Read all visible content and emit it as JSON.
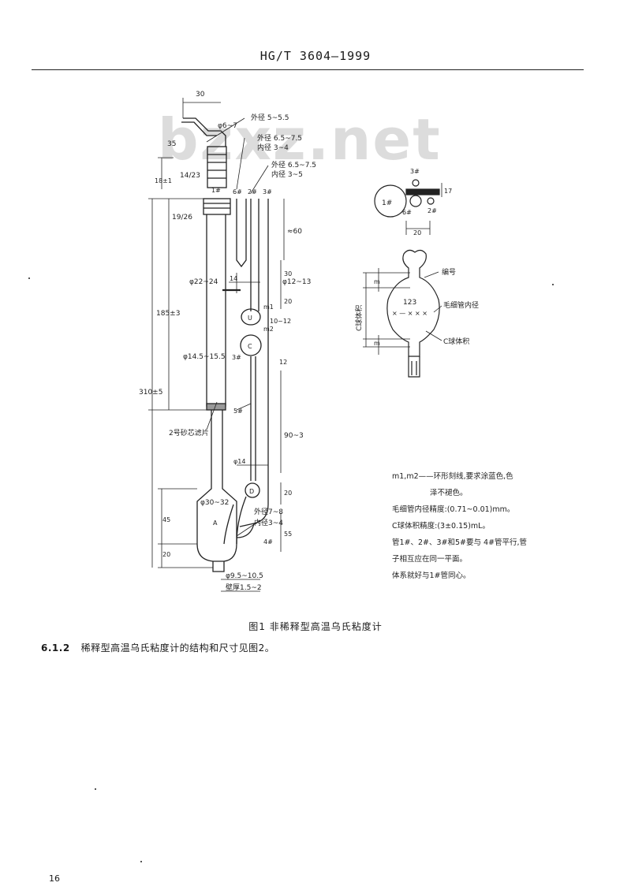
{
  "header": {
    "standard": "HG/T 3604—1999"
  },
  "watermark": "bzxz.net",
  "figure": {
    "labels": {
      "d30": "30",
      "phi6_7": "φ6~7",
      "d35": "35",
      "j14_23": "14/23",
      "d18": "18±1",
      "t1f": "1#",
      "j19_26": "19/26",
      "t6": "6#",
      "t2": "2#",
      "t3": "3#",
      "od5_5": "外径 5~5.5",
      "od6575a": "外径 6.5~7.5",
      "id34a": "内径 3~4",
      "od6575b": "外径 6.5~7.5",
      "id35": "内径 3~5",
      "d60": "≈60",
      "phi22_24": "φ22~24",
      "d185": "185±3",
      "d310": "310±5",
      "phi14_5": "φ14.5~15.5",
      "d14": "14",
      "phi12_13": "φ12~13",
      "d30b": "30",
      "d20a": "20",
      "m1": "m1",
      "m2": "m2",
      "d10_12": "10~12",
      "d12": "12",
      "t3b": "3#",
      "bulbU": "U",
      "bulbC": "C",
      "filter": "2号砂芯滤片",
      "t5": "5#",
      "d90": "90~3",
      "phi14": "φ14",
      "d20b": "20",
      "bulbD": "D",
      "phi30_32": "φ30~32",
      "d45": "45",
      "bulbA": "A",
      "od7_8": "外径7~8",
      "id3_4b": "内径3~4",
      "t4": "4#",
      "d55": "55",
      "d20c": "20",
      "phi9_5": "φ9.5~10.5",
      "wall": "壁厚1.5~2"
    },
    "top_view": {
      "t3": "3#",
      "t1": "1#",
      "t6": "6#",
      "t2": "2#",
      "d17": "17",
      "d20": "20"
    },
    "bulb_detail": {
      "mark_no": "编号",
      "code": "123",
      "crosses": "× — × × ×",
      "capillary": "毛细管内径",
      "volume": "C球体积",
      "c_ball_vol": "C球体积",
      "m_a": "m",
      "m_b": "m"
    }
  },
  "notes": [
    "m1,m2——环形刻线,要求涂蓝色,色",
    "泽不褪色。",
    "毛细管内径精度:(0.71~0.01)mm。",
    "C球体积精度:(3±0.15)mL。",
    "管1#、2#、3#和5#要与 4#管平行,管",
    "子相互应在同一平面。",
    "体系就好与1#管同心。"
  ],
  "caption": "图1  非稀释型高温乌氏粘度计",
  "clause": {
    "number": "6.1.2",
    "text": "稀释型高温乌氏粘度计的结构和尺寸见图2。"
  },
  "page_number": "16"
}
